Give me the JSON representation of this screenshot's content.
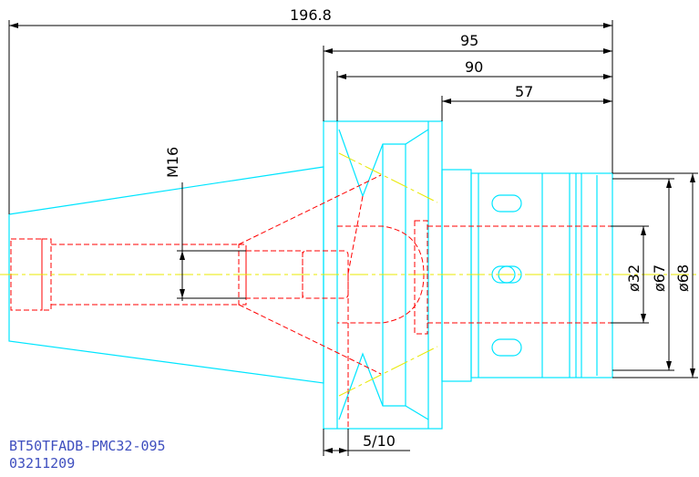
{
  "dimensions": {
    "overall_length": "196.8",
    "length_95": "95",
    "length_90": "90",
    "length_57": "57",
    "thread": "M16",
    "dia_32": "ø32",
    "dia_67": "ø67",
    "dia_68": "ø68",
    "gap": "5/10"
  },
  "part": {
    "model": "BT50TFADB-PMC32-095",
    "code": "03211209"
  },
  "colors": {
    "outline": "#00e5ff",
    "hidden": "#ff0000",
    "centerline": "#e8e800",
    "dimension": "#000000",
    "text": "#3f4fbf"
  }
}
